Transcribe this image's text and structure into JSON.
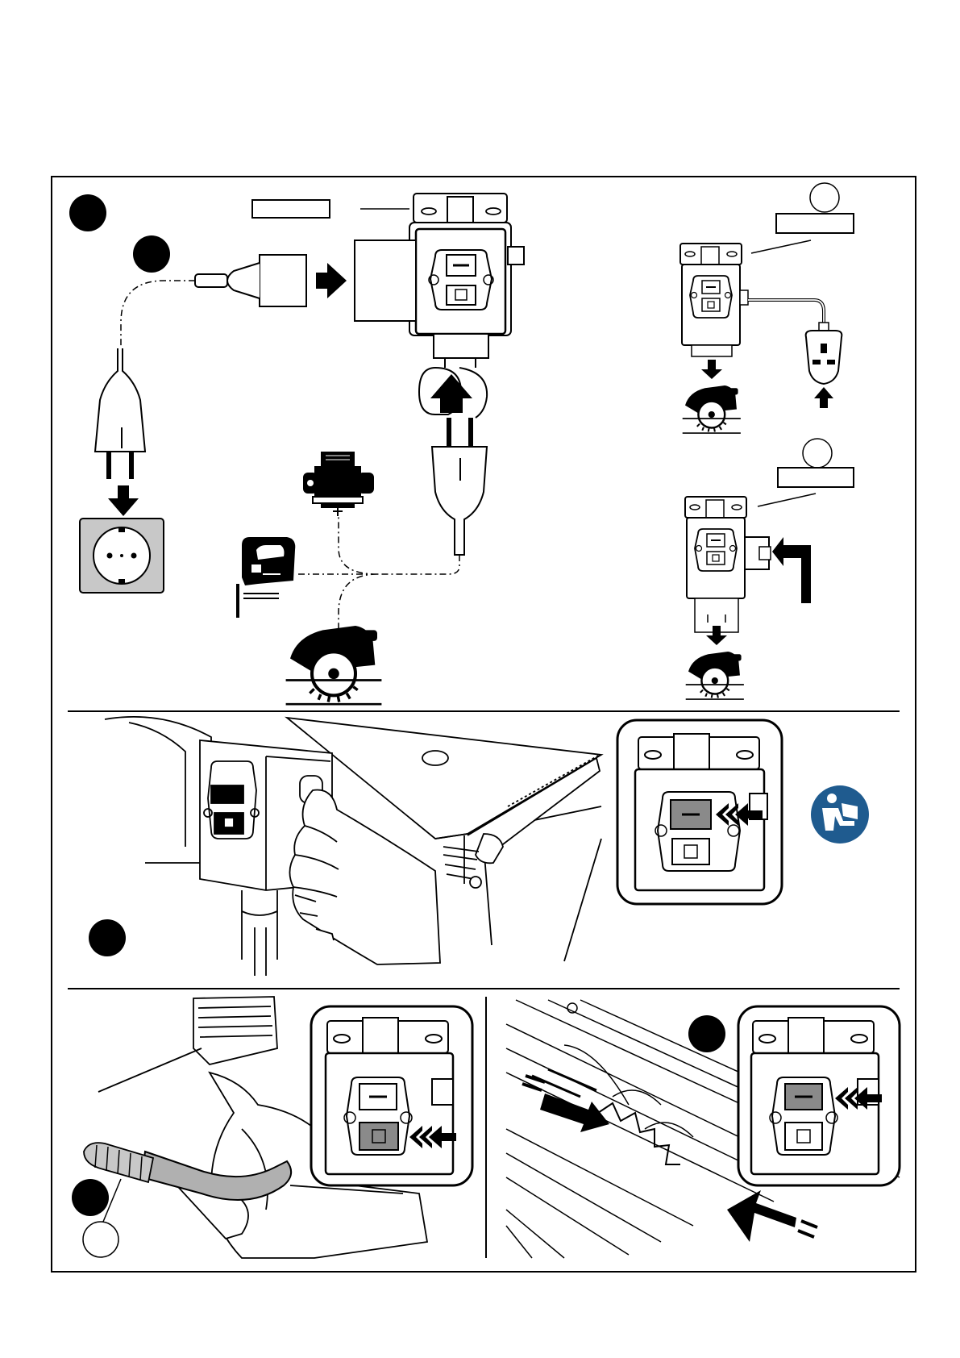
{
  "page": {
    "background": "#ffffff",
    "line_color": "#000000"
  },
  "colors": {
    "socket_grey": "#c8c8c8",
    "button_grey": "#8a8a8a",
    "button_light": "#b0b0b0",
    "info_blue": "#1f5b8f",
    "hand_white": "#ffffff"
  },
  "sections": [
    {
      "id": "top",
      "label_bubbles": 2,
      "icon_names": [
        "switch-box-icon",
        "eu-plug-icon",
        "wall-socket-icon",
        "router-icon",
        "jigsaw-icon",
        "circular-saw-icon",
        "uk-plug-icon"
      ]
    },
    {
      "id": "middle",
      "label_bubbles": 1,
      "icon_names": [
        "switch-box-icon",
        "manual-icon",
        "hand-icon"
      ]
    },
    {
      "id": "bottom-left",
      "label_bubbles": 2,
      "icon_names": [
        "switch-box-icon",
        "hand-icon"
      ]
    },
    {
      "id": "bottom-right",
      "label_bubbles": 1,
      "icon_names": [
        "switch-box-icon",
        "saw-blade-icon"
      ]
    }
  ]
}
